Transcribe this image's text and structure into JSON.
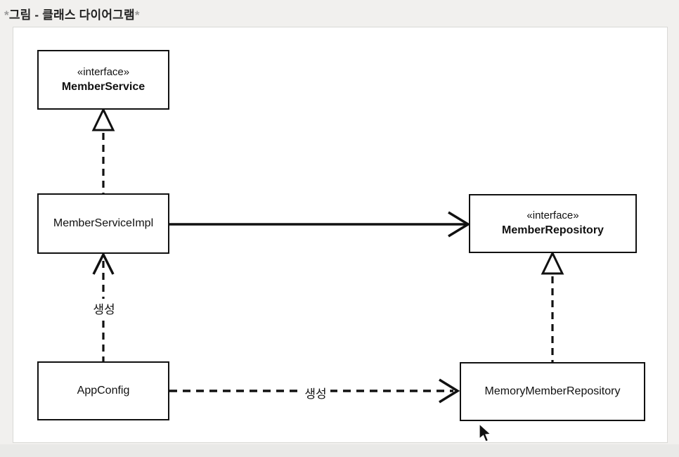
{
  "page": {
    "title_prefix": "*",
    "title_text": "그림 - 클래스 다이어그램",
    "title_suffix": "*"
  },
  "diagram": {
    "nodes": [
      {
        "id": "member-service",
        "stereotype": "«interface»",
        "name": "MemberService"
      },
      {
        "id": "member-service-impl",
        "stereotype": "",
        "name": "MemberServiceImpl"
      },
      {
        "id": "member-repository",
        "stereotype": "«interface»",
        "name": "MemberRepository"
      },
      {
        "id": "app-config",
        "stereotype": "",
        "name": "AppConfig"
      },
      {
        "id": "memory-member-repository",
        "stereotype": "",
        "name": "MemoryMemberRepository"
      }
    ],
    "edges": [
      {
        "from": "MemberServiceImpl",
        "to": "MemberService",
        "type": "realization",
        "label": ""
      },
      {
        "from": "MemberServiceImpl",
        "to": "MemberRepository",
        "type": "association",
        "label": ""
      },
      {
        "from": "MemoryMemberRepository",
        "to": "MemberRepository",
        "type": "realization",
        "label": ""
      },
      {
        "from": "AppConfig",
        "to": "MemberServiceImpl",
        "type": "dependency",
        "label": "생성"
      },
      {
        "from": "AppConfig",
        "to": "MemoryMemberRepository",
        "type": "dependency",
        "label": "생성"
      }
    ]
  },
  "colors": {
    "page_bg": "#f1f0ee",
    "canvas_bg": "#ffffff",
    "canvas_border": "#d9d9d6",
    "stroke": "#111111",
    "title_text": "#222222",
    "title_asterisk": "#9a9a9a"
  }
}
